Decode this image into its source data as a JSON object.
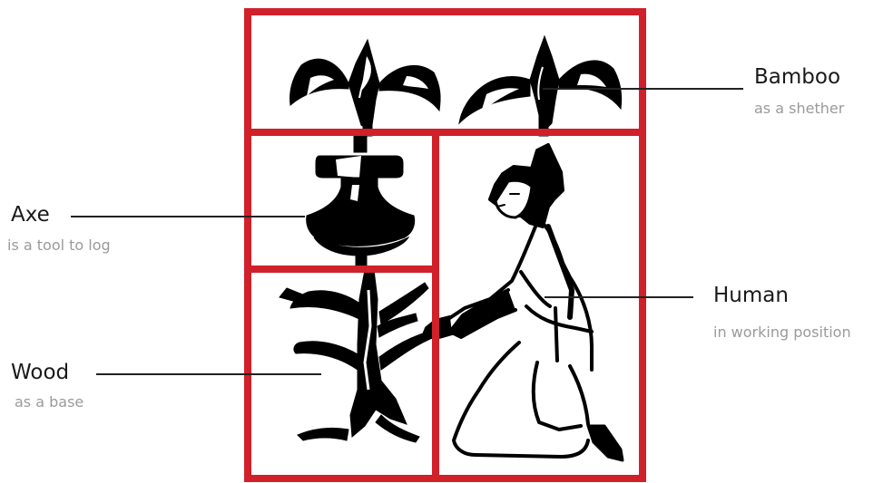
{
  "colors": {
    "frame": "#d0202a",
    "ink": "#000000",
    "title": "#1a1a1a",
    "subtitle": "#9a9a9a",
    "background": "#ffffff"
  },
  "labels": {
    "bamboo": {
      "title": "Bamboo",
      "subtitle": "as a shether"
    },
    "axe": {
      "title": "Axe",
      "subtitle": "is a tool to log"
    },
    "human": {
      "title": "Human",
      "subtitle": "in working position"
    },
    "wood": {
      "title": "Wood",
      "subtitle": "as a base"
    }
  },
  "icons": {
    "bamboo": "bamboo-leaves-icon",
    "axe": "axe-icon",
    "human": "kneeling-human-icon",
    "wood": "tree-icon"
  }
}
